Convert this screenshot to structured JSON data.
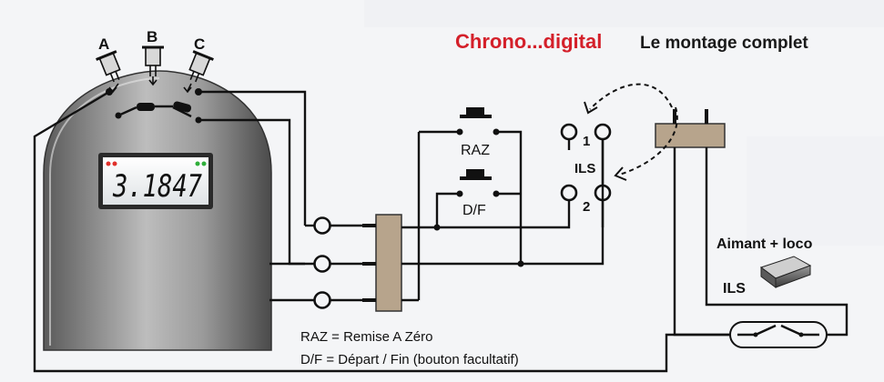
{
  "title": {
    "brand": "Chrono...digital",
    "subtitle": "Le montage complet"
  },
  "sensors": {
    "a": "A",
    "b": "B",
    "c": "C"
  },
  "display": {
    "reading": "3.1847",
    "led_left_color": "#e0302a",
    "led_right_color": "#2fae3a"
  },
  "buttons": {
    "raz": "RAZ",
    "df": "D/F"
  },
  "ils_connector": {
    "label": "ILS",
    "pin1": "1",
    "pin2": "2"
  },
  "magnet_label": "Aimant + loco",
  "reed_label": "ILS",
  "legend": {
    "line1": "RAZ = Remise A Zéro",
    "line2": "D/F = Départ / Fin (bouton facultatif)"
  },
  "colors": {
    "title_red": "#d4202a",
    "block_tan": "#b7a48c",
    "body_gray": "#8c8c8c"
  }
}
